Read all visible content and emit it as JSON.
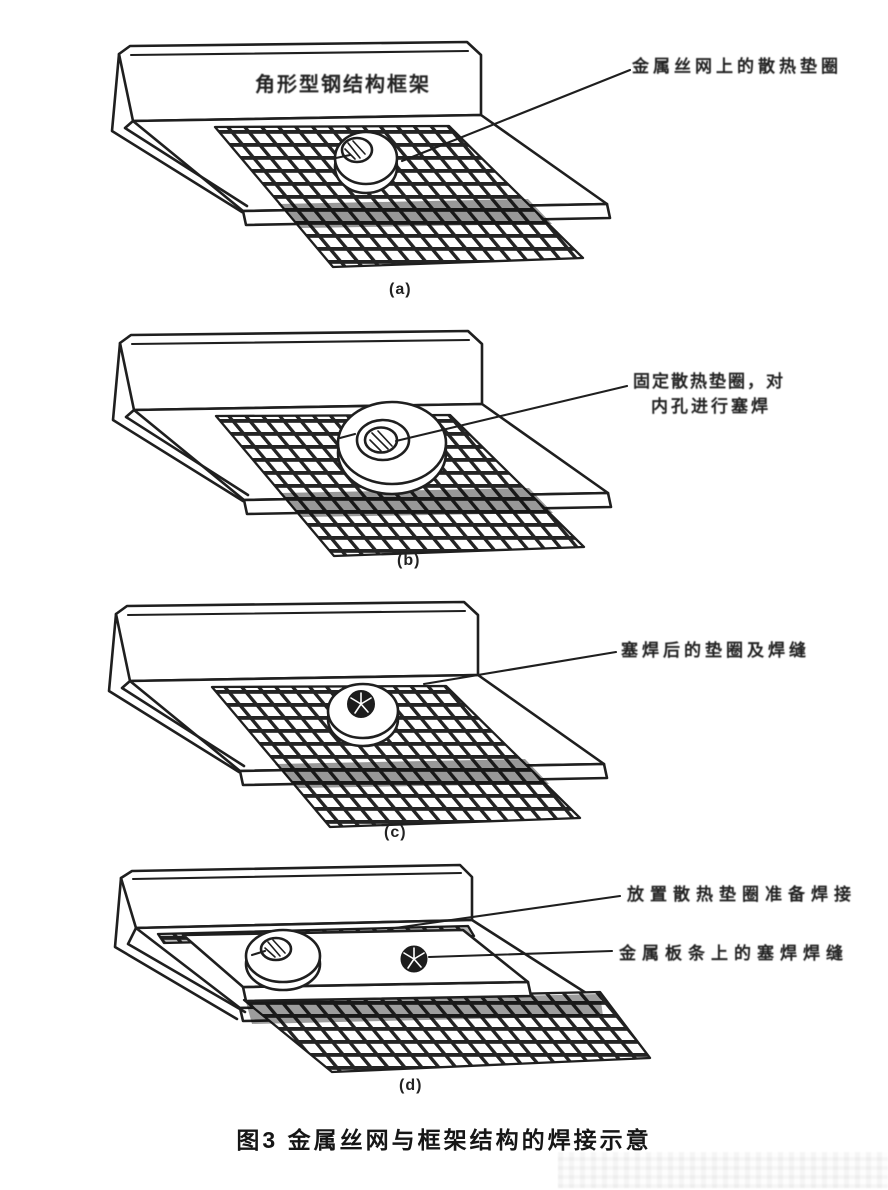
{
  "page": {
    "caption": "图3  金属丝网与框架结构的焊接示意"
  },
  "panels": [
    {
      "tag": "(a)",
      "frame_label": "角形型钢结构框架",
      "callout1": "金属丝网上的散热垫圈"
    },
    {
      "tag": "(b)",
      "callout1": "固定散热垫圈，对",
      "callout2": "内孔进行塞焊"
    },
    {
      "tag": "(c)",
      "callout1": "塞焊后的垫圈及焊缝"
    },
    {
      "tag": "(d)",
      "callout1": "放置散热垫圈准备焊接",
      "callout2": "金属板条上的塞焊焊缝"
    }
  ],
  "colors": {
    "ink": "#1f1f1f",
    "paper": "#ffffff"
  }
}
